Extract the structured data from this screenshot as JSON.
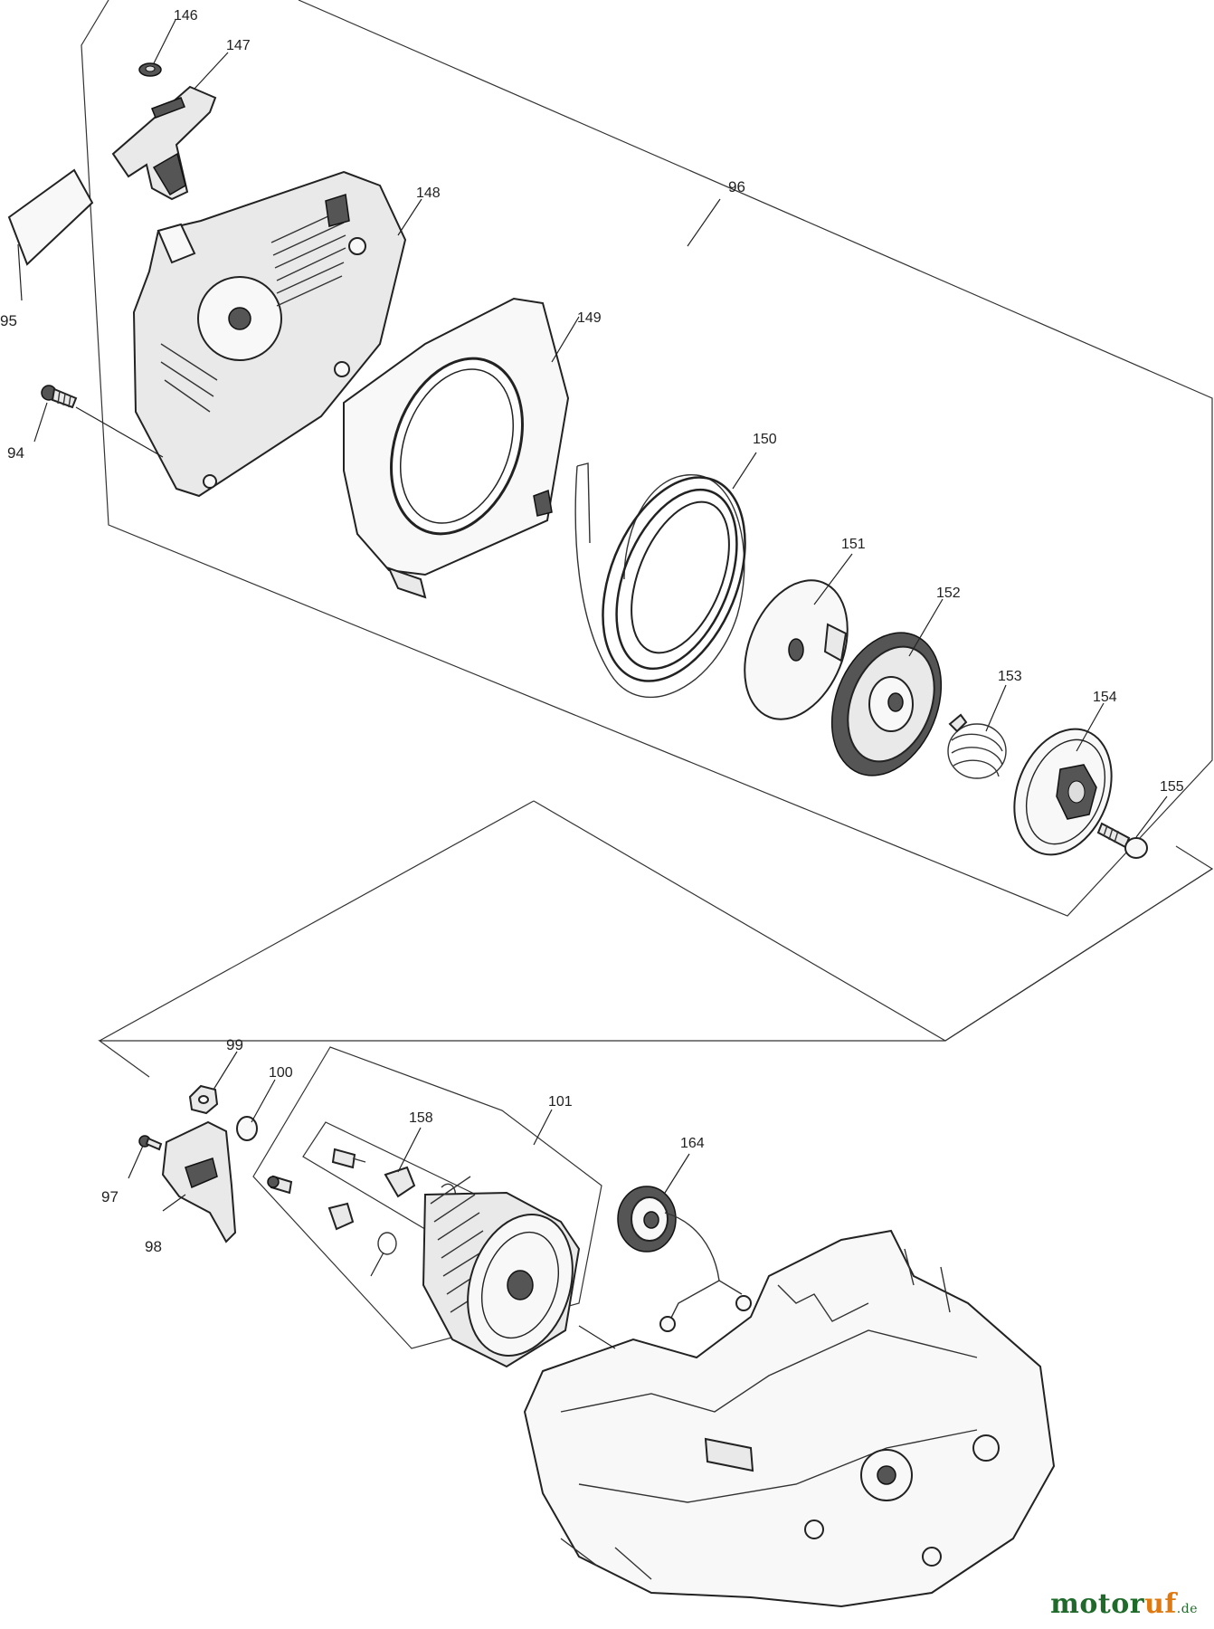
{
  "diagram": {
    "labels": {
      "l146": "146",
      "l147": "147",
      "l95": "95",
      "l148": "148",
      "l96": "96",
      "l149": "149",
      "l94": "94",
      "l150": "150",
      "l151": "151",
      "l152": "152",
      "l153": "153",
      "l154": "154",
      "l155": "155",
      "l99": "99",
      "l100": "100",
      "l158": "158",
      "l101": "101",
      "l164": "164",
      "l97": "97",
      "l98": "98"
    }
  },
  "watermark": {
    "part1": "motor",
    "part2": "uf",
    "suffix": ".de"
  }
}
